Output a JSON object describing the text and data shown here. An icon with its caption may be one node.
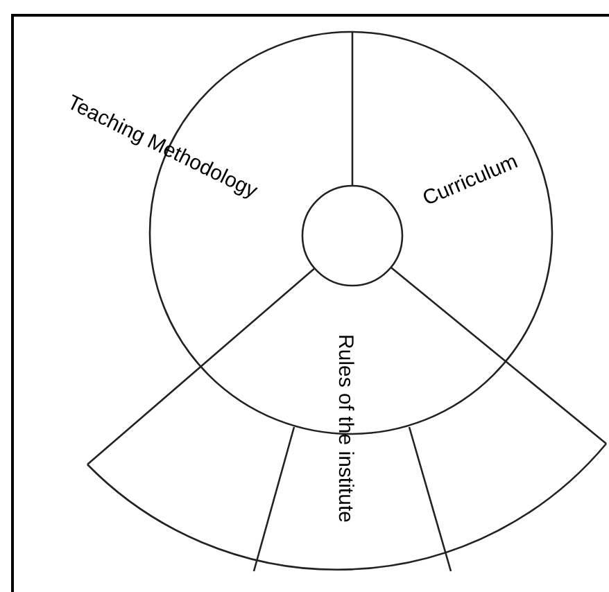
{
  "diagram": {
    "labels": [
      "Teaching Methodology",
      "Curriculum",
      "Rules of the institute"
    ]
  }
}
